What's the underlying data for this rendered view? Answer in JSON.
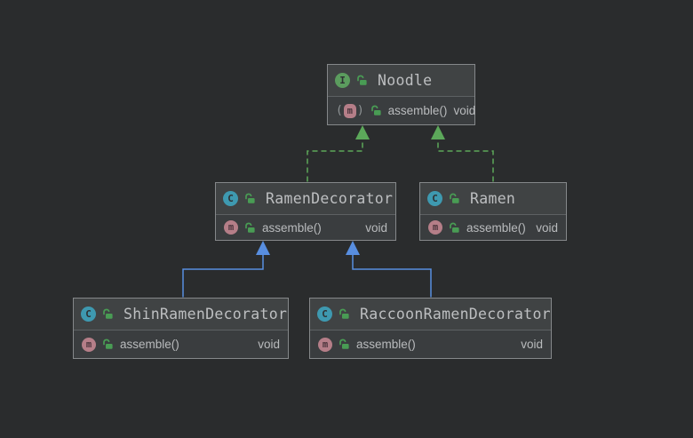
{
  "colors": {
    "background": "#2a2c2d",
    "node_header_fill": "#404344",
    "node_body_fill": "#3a3d3f",
    "node_border": "#85888a",
    "divider": "#5d6163",
    "text": "#bdbfc1",
    "realization_edge": "#5ca85a",
    "inheritance_edge": "#588ee0",
    "interface_icon": "#5b9c5e",
    "class_icon": "#3e99b0",
    "method_icon": "#b57e88",
    "lock_icon": "#499c54"
  },
  "nodes": {
    "noodle": {
      "kind": "interface",
      "kind_letter": "I",
      "title": "Noodle",
      "visibility_icon": "open-lock-icon",
      "method": {
        "icon": "abstract-method-icon",
        "icon_letter": "m",
        "name": "assemble()",
        "return_type": "void"
      }
    },
    "ramen_decorator": {
      "kind": "class",
      "kind_letter": "C",
      "title": "RamenDecorator",
      "visibility_icon": "open-lock-icon",
      "method": {
        "icon": "method-icon",
        "icon_letter": "m",
        "name": "assemble()",
        "return_type": "void"
      }
    },
    "ramen": {
      "kind": "class",
      "kind_letter": "C",
      "title": "Ramen",
      "visibility_icon": "open-lock-icon",
      "method": {
        "icon": "method-icon",
        "icon_letter": "m",
        "name": "assemble()",
        "return_type": "void"
      }
    },
    "shin_ramen_decorator": {
      "kind": "class",
      "kind_letter": "C",
      "title": "ShinRamenDecorator",
      "visibility_icon": "open-lock-icon",
      "method": {
        "icon": "method-icon",
        "icon_letter": "m",
        "name": "assemble()",
        "return_type": "void"
      }
    },
    "raccoon_ramen_decorator": {
      "kind": "class",
      "kind_letter": "C",
      "title": "RaccoonRamenDecorator",
      "visibility_icon": "open-lock-icon",
      "method": {
        "icon": "method-icon",
        "icon_letter": "m",
        "name": "assemble()",
        "return_type": "void"
      }
    }
  },
  "edges": [
    {
      "from": "RamenDecorator",
      "to": "Noodle",
      "type": "realization",
      "style": "dashed",
      "color": "#5ca85a"
    },
    {
      "from": "Ramen",
      "to": "Noodle",
      "type": "realization",
      "style": "dashed",
      "color": "#5ca85a"
    },
    {
      "from": "ShinRamenDecorator",
      "to": "RamenDecorator",
      "type": "inheritance",
      "style": "solid",
      "color": "#588ee0"
    },
    {
      "from": "RaccoonRamenDecorator",
      "to": "RamenDecorator",
      "type": "inheritance",
      "style": "solid",
      "color": "#588ee0"
    }
  ]
}
